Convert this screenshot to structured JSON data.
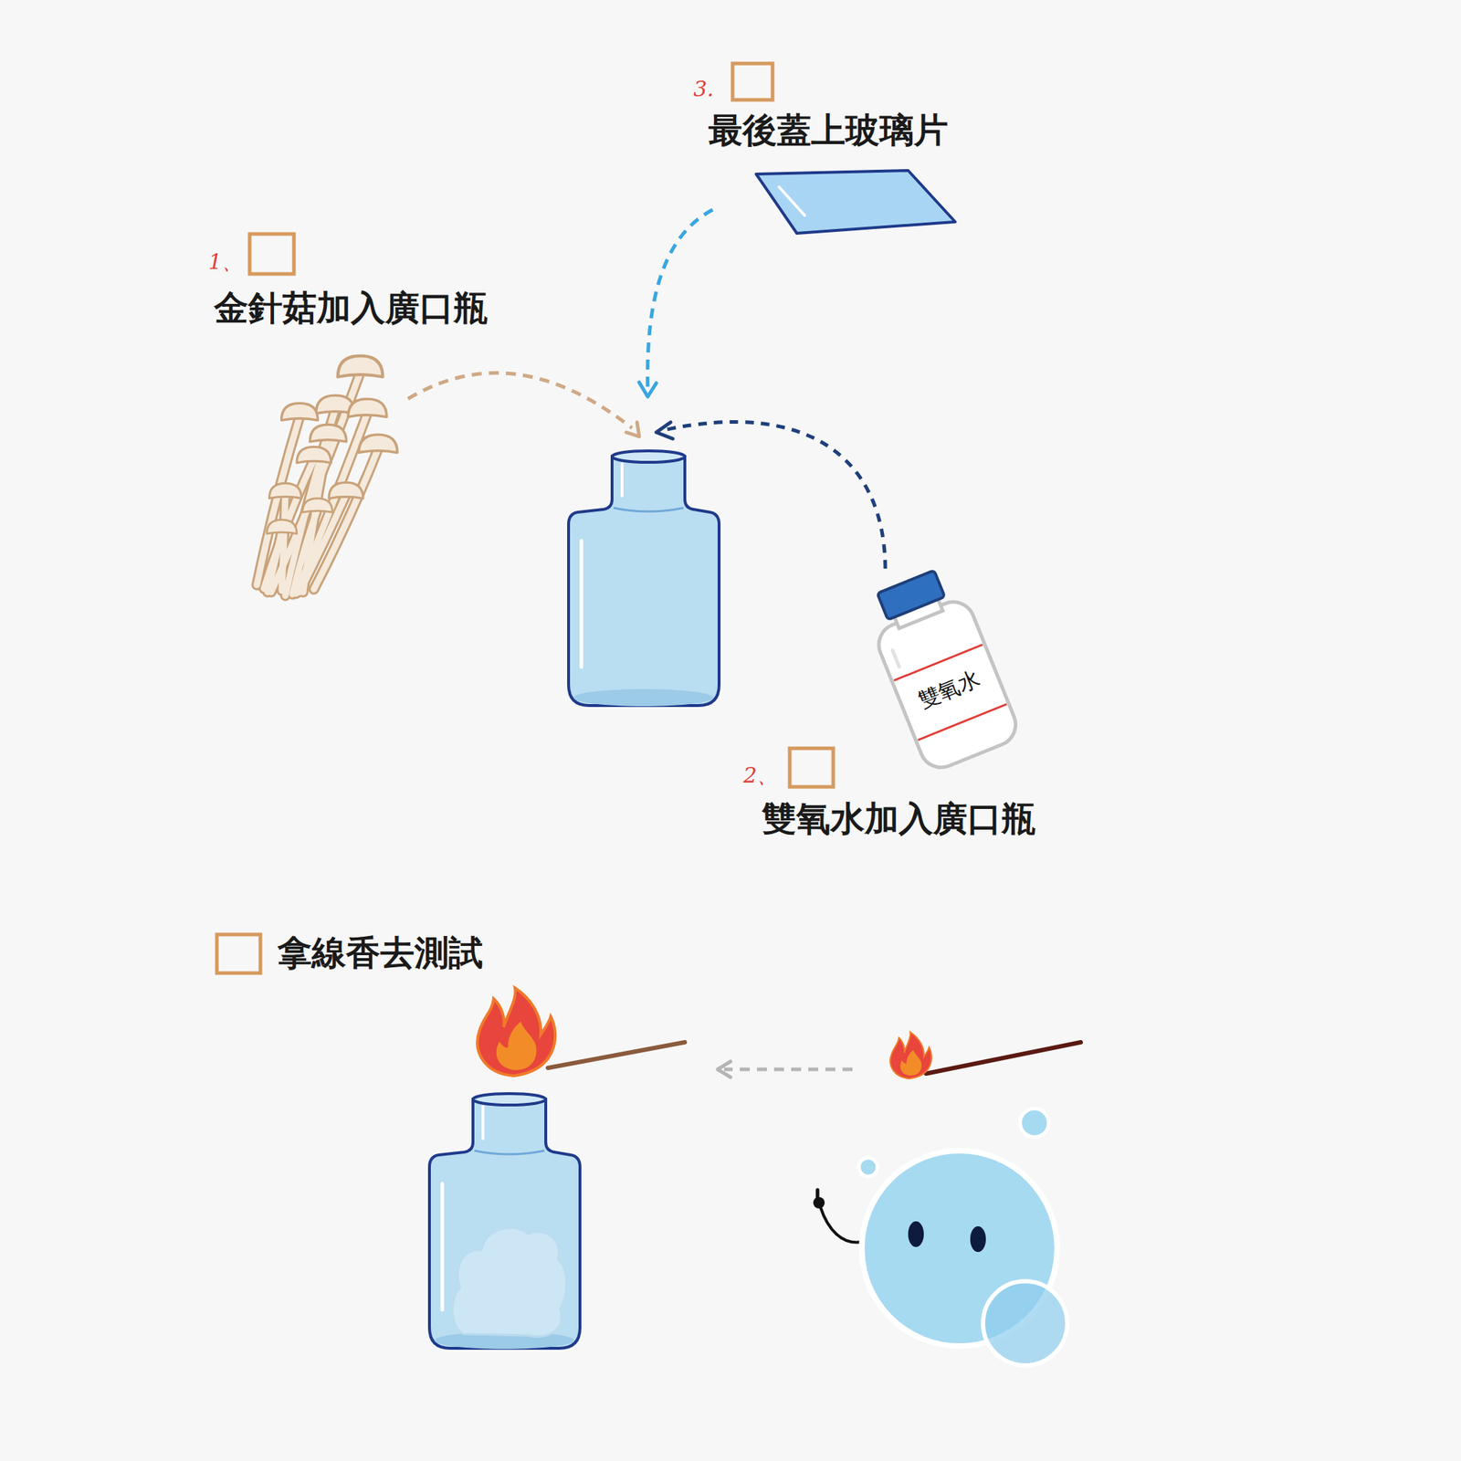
{
  "diagram": {
    "nodes": [
      {
        "text": [
          "雙氧水"
        ]
      }
    ],
    "labels": [
      "3.",
      "最後蓋上玻璃片",
      "1、",
      "金針菇加入廣口瓶",
      "2、",
      "雙氧水加入廣口瓶",
      "拿線香去測試"
    ]
  }
}
